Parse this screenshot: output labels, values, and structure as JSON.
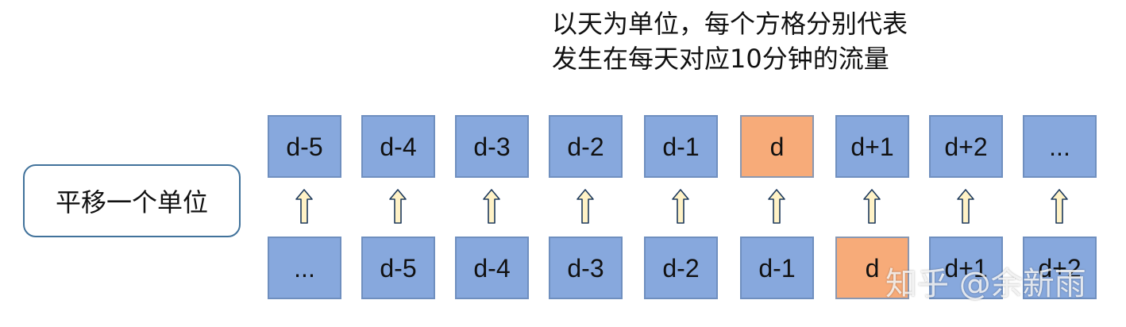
{
  "title": {
    "line1": "以天为单位，每个方格分别代表",
    "line2": "发生在每天对应10分钟的流量"
  },
  "side_label": "平移一个单位",
  "top_row": [
    {
      "text": "d-5",
      "highlight": false
    },
    {
      "text": "d-4",
      "highlight": false
    },
    {
      "text": "d-3",
      "highlight": false
    },
    {
      "text": "d-2",
      "highlight": false
    },
    {
      "text": "d-1",
      "highlight": false
    },
    {
      "text": "d",
      "highlight": true
    },
    {
      "text": "d+\n1",
      "highlight": false
    },
    {
      "text": "d+\n2",
      "highlight": false
    },
    {
      "text": "...",
      "highlight": false
    }
  ],
  "bottom_row": [
    {
      "text": "...",
      "highlight": false
    },
    {
      "text": "d-5",
      "highlight": false
    },
    {
      "text": "d-4",
      "highlight": false
    },
    {
      "text": "d-3",
      "highlight": false
    },
    {
      "text": "d-2",
      "highlight": false
    },
    {
      "text": "d-1",
      "highlight": false
    },
    {
      "text": "d",
      "highlight": true
    },
    {
      "text": "d+\n1",
      "highlight": false
    },
    {
      "text": "d+\n2",
      "highlight": false
    }
  ],
  "arrow_icon": "hollow-up-arrow-icon",
  "colors": {
    "cell_fill": "#87a8dd",
    "cell_highlight": "#f7ab79",
    "arrow_fill": "#fff2c6",
    "label_border": "#41729b"
  },
  "watermark": "知乎 @余新雨"
}
